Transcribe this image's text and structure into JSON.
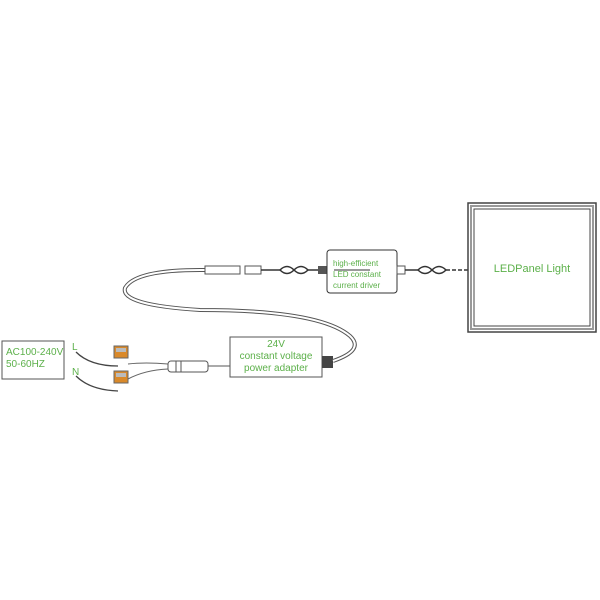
{
  "input": {
    "line1": "AC100-240V",
    "line2": "50-60HZ",
    "live": "L",
    "neutral": "N"
  },
  "adapter": {
    "line1": "24V",
    "line2": "constant voltage",
    "line3": "power adapter"
  },
  "driver": {
    "line1": "high-efficient",
    "line2": "LED constant",
    "line3": "current driver"
  },
  "panel": {
    "label": "LEDPanel Light"
  },
  "colors": {
    "text": "#5cb04a",
    "line": "#555555",
    "connector": "#d9892a"
  }
}
